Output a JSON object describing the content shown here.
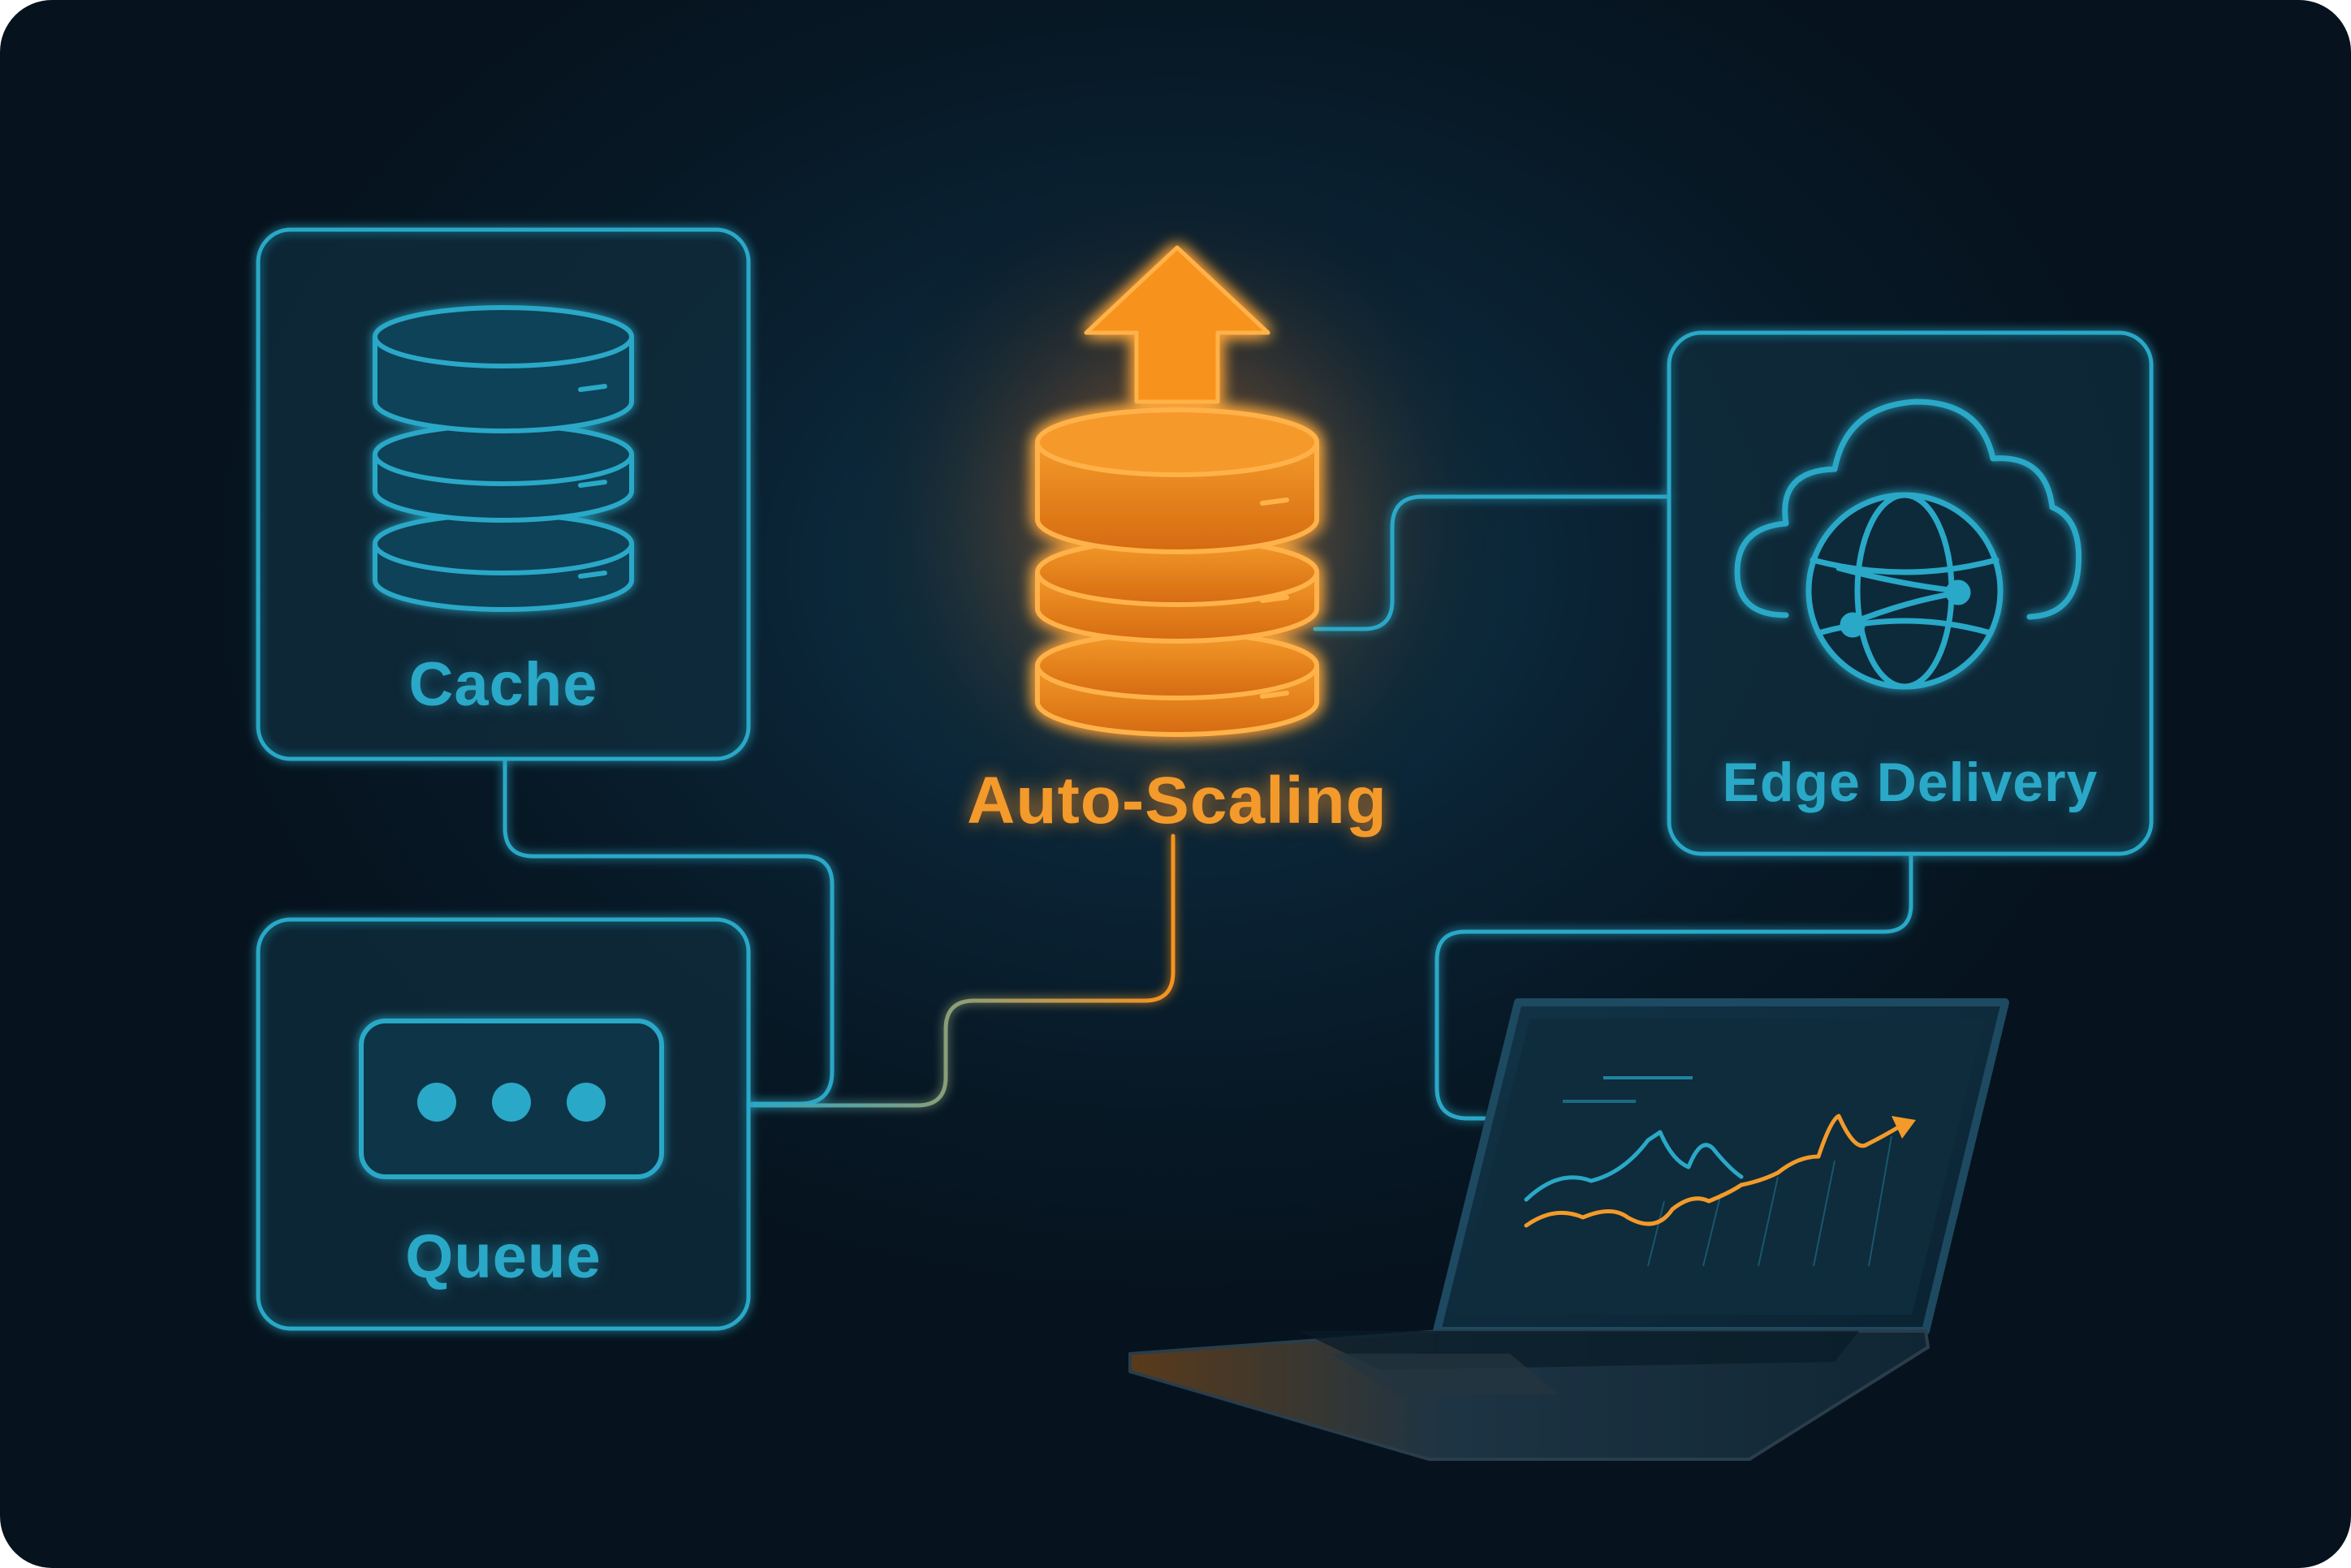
{
  "nodes": {
    "cache": {
      "label": "Cache"
    },
    "queue": {
      "label": "Queue"
    },
    "autoscaling": {
      "label": "Auto-Scaling"
    },
    "edge": {
      "label": "Edge Delivery"
    }
  },
  "colors": {
    "teal": "#2aa8c7",
    "orange": "#f7931e",
    "background": "#071825"
  },
  "icons": {
    "cache": "database-icon",
    "queue": "message-queue-icon",
    "autoscaling": "database-scale-up-icon",
    "edge": "cloud-globe-icon",
    "device": "laptop-chart-icon"
  }
}
